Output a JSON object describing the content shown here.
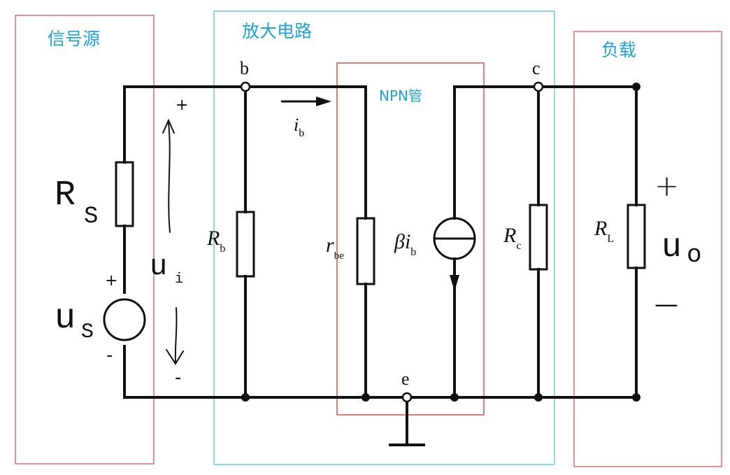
{
  "regions": {
    "source": {
      "title": "信号源",
      "border_color": "#e06c75"
    },
    "amplifier": {
      "title": "放大电路",
      "border_color": "#6cc6e0"
    },
    "transistor": {
      "title": "NPN管",
      "border_color": "#d9534f"
    },
    "load": {
      "title": "负载",
      "border_color": "#e06c75"
    }
  },
  "title_color": "#1fa3d6",
  "nodes": {
    "base": "b",
    "collector": "c",
    "emitter": "e"
  },
  "components": {
    "rs": {
      "main": "R",
      "sub": "S"
    },
    "us": {
      "main": "u",
      "sub": "S",
      "plus": "+",
      "minus": "-"
    },
    "rb": {
      "main": "R",
      "sub": "b"
    },
    "rbe": {
      "main": "r",
      "sub": "be"
    },
    "cs": {
      "beta": "β",
      "main": "i",
      "sub": "b"
    },
    "rc": {
      "main": "R",
      "sub": "c"
    },
    "rl": {
      "main": "R",
      "sub": "L"
    }
  },
  "ib_label": {
    "main": "i",
    "sub": "b"
  },
  "ui": {
    "main": "u",
    "sub": "i",
    "plus": "+",
    "minus": "-"
  },
  "uo": {
    "main": "u",
    "sub": "o",
    "plus": "+",
    "minus": "—"
  }
}
